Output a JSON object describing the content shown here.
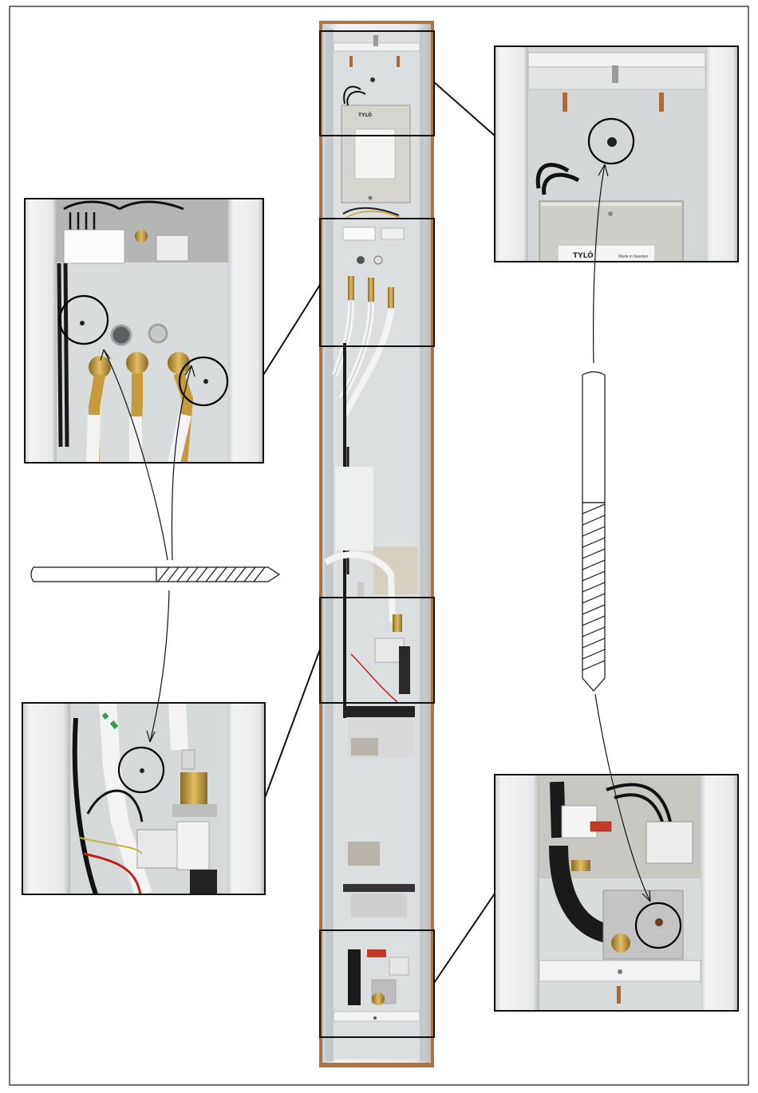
{
  "brand": {
    "name": "TYLÖ",
    "made_in": "Made in Sweden"
  },
  "colors": {
    "frame_border": "#111111",
    "aluminium": "#e6e8e9",
    "aluminium_dark": "#b9bdc0",
    "cabinet_inner": "#d9dcdd",
    "wood": "#a9744a",
    "hose_white": "#f3f3f3",
    "brass": "#c79a3c",
    "cable_black": "#1a1a1a",
    "circle_marker": "#000000"
  },
  "callouts": [
    {
      "id": "top-right",
      "subject": "top mounting hole"
    },
    {
      "id": "left-upper",
      "subject": "water connection mounting holes"
    },
    {
      "id": "left-lower",
      "subject": "valve mounting hole"
    },
    {
      "id": "bottom-right",
      "subject": "bottom mounting hole"
    }
  ],
  "screws": [
    {
      "id": "horizontal-screw",
      "orientation": "horizontal"
    },
    {
      "id": "vertical-screw",
      "orientation": "vertical"
    }
  ]
}
